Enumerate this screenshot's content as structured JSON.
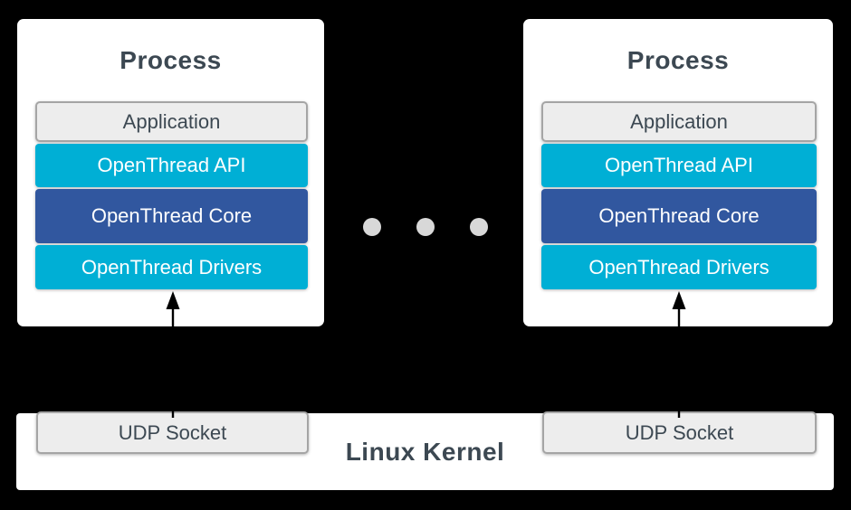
{
  "diagram": {
    "title_hint": "OpenThread simulation architecture",
    "processes": [
      {
        "title": "Process",
        "layers": [
          {
            "name": "application",
            "label": "Application"
          },
          {
            "name": "openthread-api",
            "label": "OpenThread API"
          },
          {
            "name": "openthread-core",
            "label": "OpenThread Core"
          },
          {
            "name": "openthread-drivers",
            "label": "OpenThread Drivers"
          }
        ]
      },
      {
        "title": "Process",
        "layers": [
          {
            "name": "application",
            "label": "Application"
          },
          {
            "name": "openthread-api",
            "label": "OpenThread API"
          },
          {
            "name": "openthread-core",
            "label": "OpenThread Core"
          },
          {
            "name": "openthread-drivers",
            "label": "OpenThread Drivers"
          }
        ]
      }
    ],
    "ellipsis_dot_count": 3,
    "kernel": {
      "label": "Linux Kernel",
      "sockets": [
        {
          "label": "UDP Socket"
        },
        {
          "label": "UDP Socket"
        }
      ]
    },
    "colors": {
      "background": "#000000",
      "white": "#ffffff",
      "cyan": "#00afd5",
      "blue": "#31579f",
      "gray_fill": "#ededed",
      "gray_border": "#a5a5a5",
      "dark_text": "#3c4852",
      "dot": "#d8d8d8",
      "arrow": "#000000"
    }
  }
}
